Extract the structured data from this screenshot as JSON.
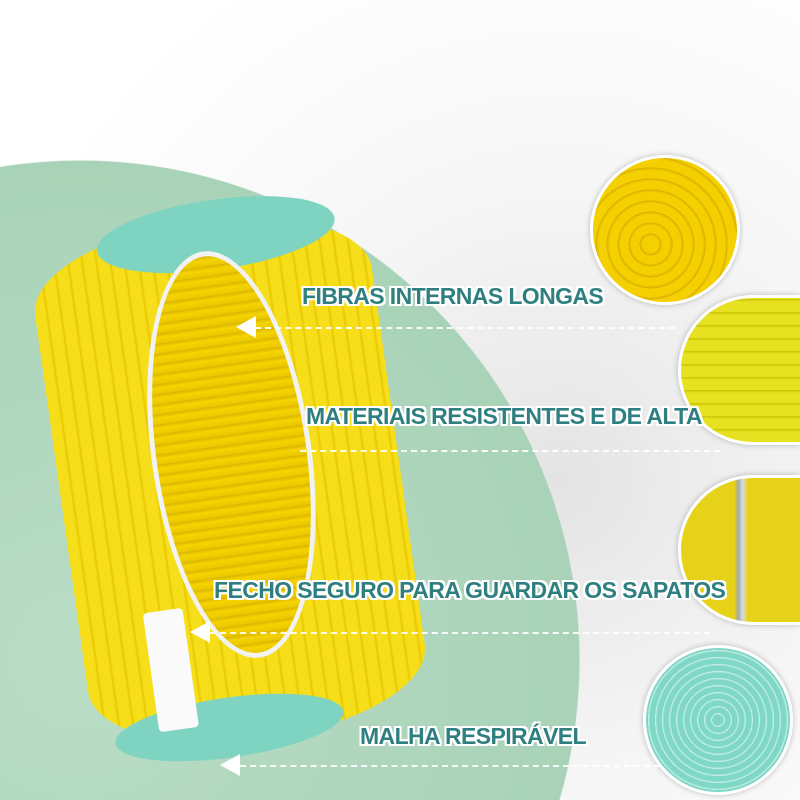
{
  "labels": [
    {
      "text": "FIBRAS INTERNAS LONGAS"
    },
    {
      "text": "MATERIAIS RESISTENTES E DE ALTA"
    },
    {
      "text": "FECHO SEGURO PARA GUARDAR OS SAPATOS"
    },
    {
      "text": "MALHA RESPIRÁVEL"
    }
  ],
  "colors": {
    "label_text": "#2f7f80",
    "bag_yellow": "#f7de1a",
    "bag_trim": "#7ed4c1",
    "background_green": "#a9d3b8"
  }
}
